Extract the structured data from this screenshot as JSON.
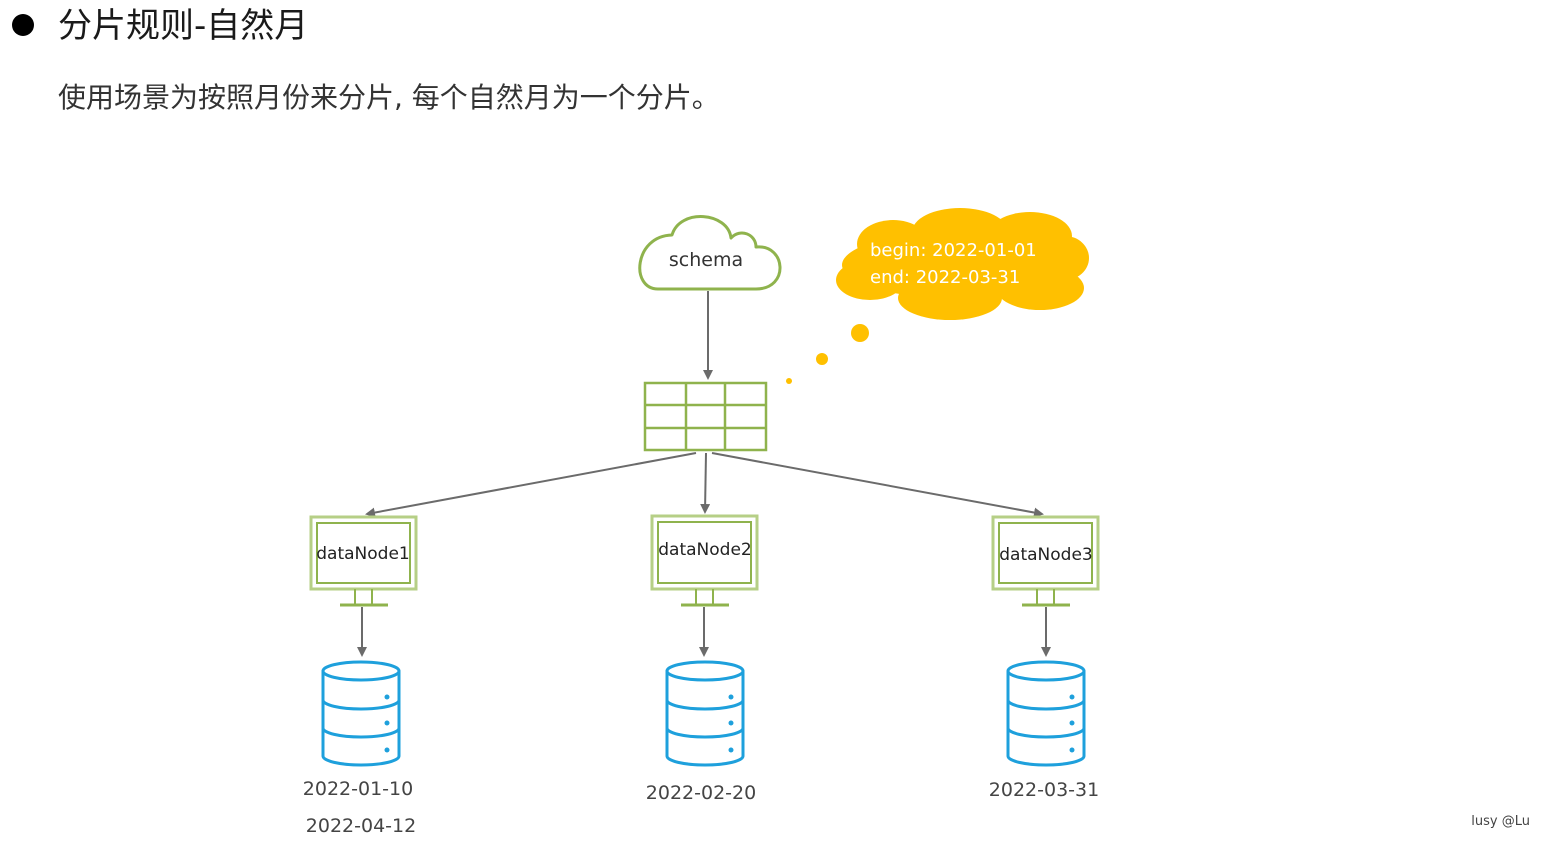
{
  "header": {
    "title": "分片规则-自然月",
    "description": "使用场景为按照月份来分片, 每个自然月为一个分片。"
  },
  "diagram": {
    "schema_label": "schema",
    "range_note": {
      "begin": "begin: 2022-01-01",
      "end": "end: 2022-03-31"
    },
    "nodes": [
      {
        "label": "dataNode1",
        "dates": [
          "2022-01-10",
          "2022-04-12"
        ]
      },
      {
        "label": "dataNode2",
        "dates": [
          "2022-02-20"
        ]
      },
      {
        "label": "dataNode3",
        "dates": [
          "2022-03-31"
        ]
      }
    ]
  },
  "colors": {
    "node_green": "#8fb34d",
    "node_green_inner": "#b6cf86",
    "database_blue": "#1ea0dc",
    "thought_cloud_orange": "#ffc000",
    "arrow_gray": "#6b6b6b"
  },
  "watermark": "lusy @Lu"
}
